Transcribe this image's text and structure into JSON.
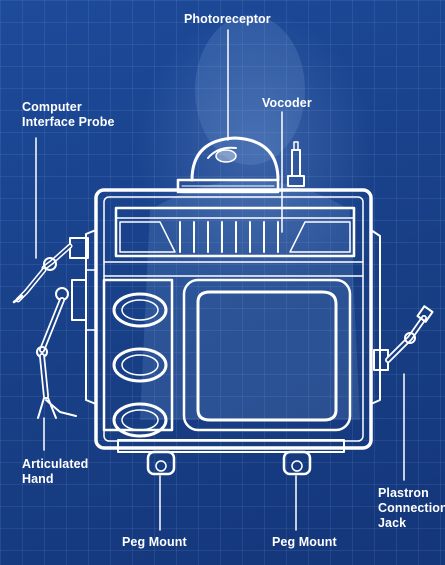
{
  "labels": {
    "photoreceptor": "Photoreceptor",
    "vocoder": "Vocoder",
    "computer_probe": [
      "Computer",
      "Interface Probe"
    ],
    "articulated_hand": [
      "Articulated",
      "Hand"
    ],
    "peg_mount_left": "Peg Mount",
    "peg_mount_right": "Peg Mount",
    "plastron_jack": [
      "Plastron",
      "Connection",
      "Jack"
    ]
  },
  "colors": {
    "background": "#1a3f86",
    "linework": "#ffffff"
  }
}
